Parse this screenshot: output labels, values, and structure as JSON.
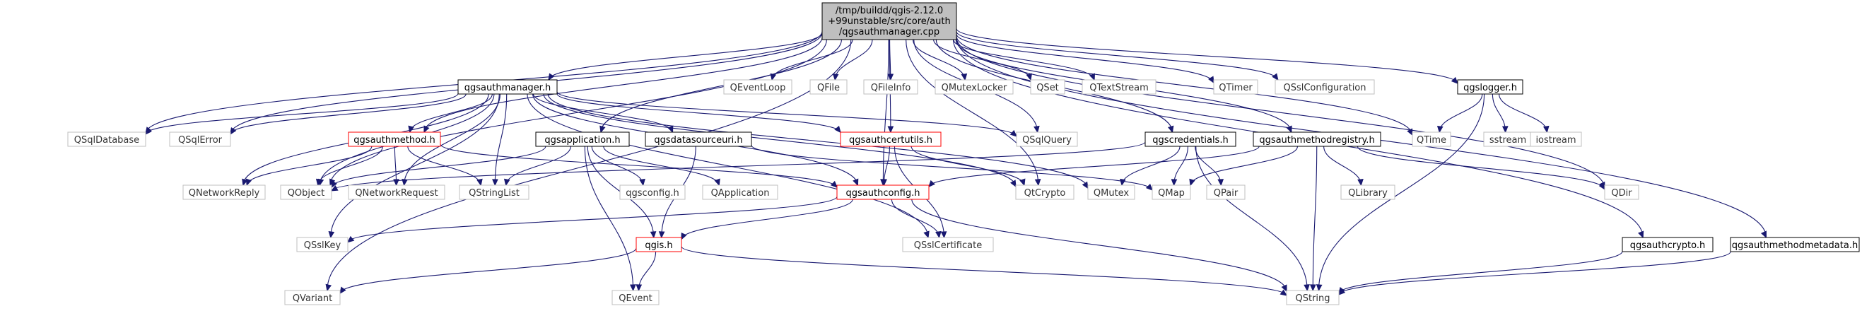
{
  "root": {
    "lines": [
      "/tmp/buildd/qgis-2.12.0",
      "+99unstable/src/core/auth",
      "/qgsauthmanager.cpp"
    ]
  },
  "nodes": {
    "qgsauthmanager_h": "qgsauthmanager.h",
    "QEventLoop": "QEventLoop",
    "QFile": "QFile",
    "QFileInfo": "QFileInfo",
    "QMutexLocker": "QMutexLocker",
    "QSet": "QSet",
    "QTextStream": "QTextStream",
    "QTimer": "QTimer",
    "QSslConfiguration": "QSslConfiguration",
    "qgslogger_h": "qgslogger.h",
    "QSqlDatabase": "QSqlDatabase",
    "QSqlError": "QSqlError",
    "qgsauthmethod_h": "qgsauthmethod.h",
    "qgsapplication_h": "qgsapplication.h",
    "qgsdatasourceuri_h": "qgsdatasourceuri.h",
    "qgsauthcertutils_h": "qgsauthcertutils.h",
    "QSqlQuery": "QSqlQuery",
    "qgscredentials_h": "qgscredentials.h",
    "qgsauthmethodregistry_h": "qgsauthmethodregistry.h",
    "QTime": "QTime",
    "sstream": "sstream",
    "iostream": "iostream",
    "QNetworkReply": "QNetworkReply",
    "QObject": "QObject",
    "QNetworkRequest": "QNetworkRequest",
    "QStringList": "QStringList",
    "qgsconfig_h": "qgsconfig.h",
    "QApplication": "QApplication",
    "qgsauthconfig_h": "qgsauthconfig.h",
    "QtCrypto": "QtCrypto",
    "QMutex": "QMutex",
    "QMap": "QMap",
    "QPair": "QPair",
    "QLibrary": "QLibrary",
    "QDir": "QDir",
    "QSslKey": "QSslKey",
    "qgis_h": "qgis.h",
    "QSslCertificate": "QSslCertificate",
    "qgsauthcrypto_h": "qgsauthcrypto.h",
    "qgsauthmethodmetadata_h": "qgsauthmethodmetadata.h",
    "QVariant": "QVariant",
    "QEvent": "QEvent",
    "QString": "QString"
  },
  "colors": {
    "edge": "#191970",
    "root_fill": "#bfbfbf",
    "documented_border": "#000000",
    "partial_border": "#ff0000",
    "undocumented_border": "#bfbfbf"
  }
}
